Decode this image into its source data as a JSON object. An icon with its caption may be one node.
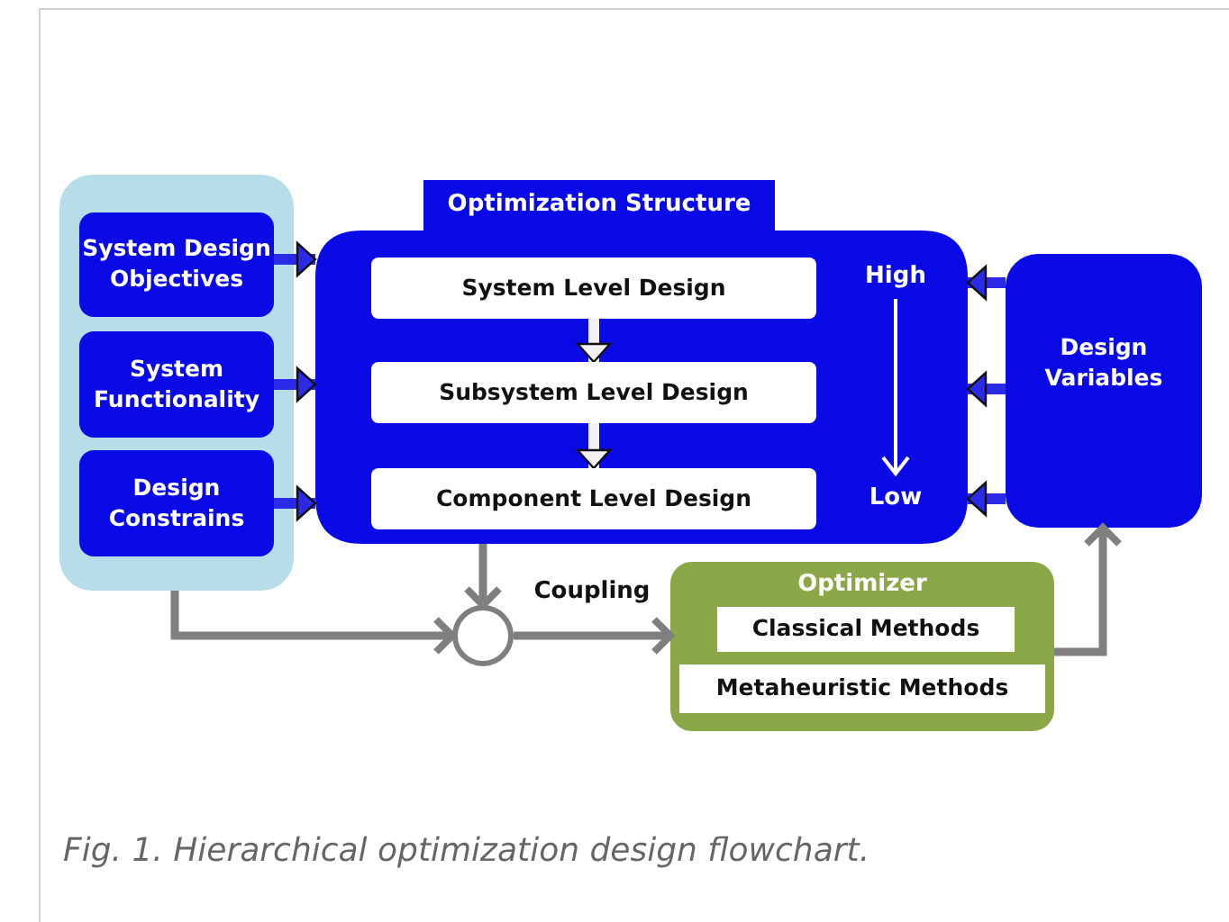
{
  "diagram": {
    "caption": "Fig. 1. Hierarchical optimization design flowchart.",
    "nodes": [
      {
        "text": [],
        "shape": "box"
      },
      {
        "text": [
          "System Design Objectives"
        ],
        "in": 0
      },
      {
        "text": [
          "System Functionality"
        ],
        "in": 0
      },
      {
        "text": [
          "Design Constrains"
        ],
        "in": 0
      },
      {
        "text": [
          "Optimization Structure"
        ]
      },
      {
        "text": [
          "System Level Design"
        ],
        "in": 4
      },
      {
        "text": [
          "Subsystem Level Design"
        ],
        "in": 4
      },
      {
        "text": [
          "Component Level Design"
        ],
        "in": 4
      },
      {
        "text": [
          "Design Variables"
        ]
      },
      {
        "text": [],
        "shape": "circle"
      },
      {
        "text": [
          "Optimizer"
        ]
      },
      {
        "text": [
          "Classical Methods"
        ],
        "in": 10
      },
      {
        "text": [
          "Metaheuristic Methods"
        ],
        "in": 10
      }
    ],
    "edges": [
      {
        "from": 1,
        "to": 4,
        "arrow": "to"
      },
      {
        "from": 2,
        "to": 4,
        "arrow": "to"
      },
      {
        "from": 3,
        "to": 4,
        "arrow": "to"
      },
      {
        "from": 8,
        "to": 4,
        "arrow": "to"
      },
      {
        "from": 8,
        "to": 4,
        "arrow": "to"
      },
      {
        "from": 8,
        "to": 4,
        "arrow": "to"
      },
      {
        "from": 5,
        "to": 6,
        "arrow": "to",
        "color": "#f2f2f2"
      },
      {
        "from": 6,
        "to": 7,
        "arrow": "to",
        "color": "#f2f2f2"
      },
      {
        "from": 4,
        "to": 9,
        "arrow": "to",
        "color": "#7f7f7f"
      },
      {
        "from": 0,
        "to": 9,
        "arrow": "to",
        "color": "#7f7f7f"
      },
      {
        "from": 9,
        "to": 10,
        "arrow": "to",
        "label": "Coupling",
        "color": "#7f7f7f"
      },
      {
        "from": 10,
        "to": 8,
        "arrow": "to",
        "color": "#7f7f7f"
      }
    ],
    "labels": [
      "High",
      "Low"
    ]
  }
}
